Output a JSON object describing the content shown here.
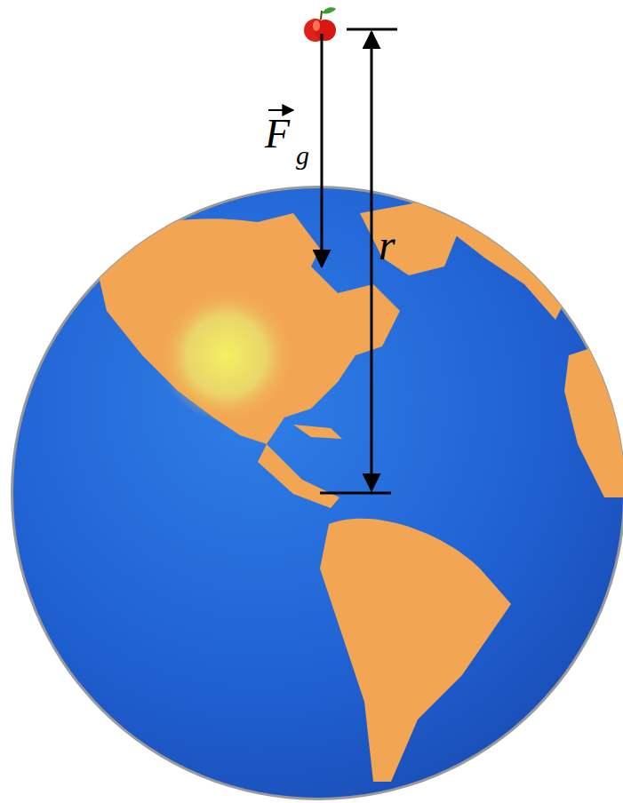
{
  "diagram": {
    "labels": [
      "F",
      "g",
      "r"
    ]
  }
}
